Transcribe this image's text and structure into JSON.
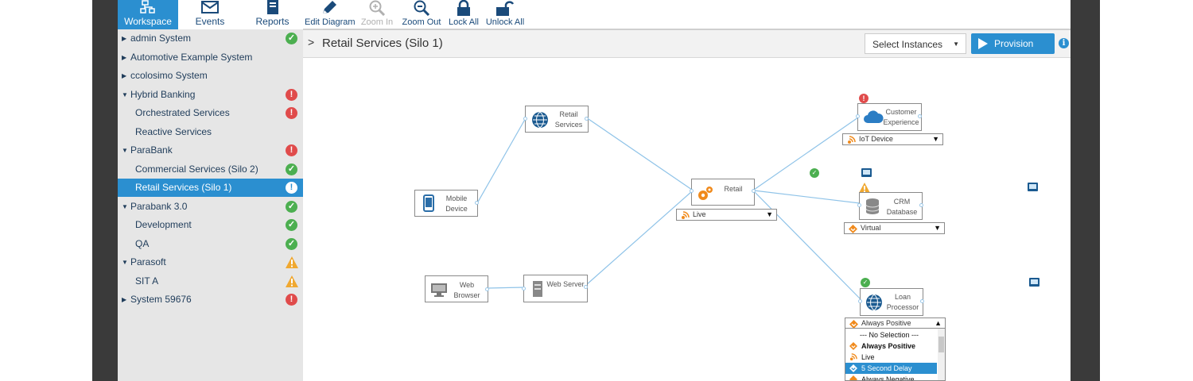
{
  "nav": {
    "tabs": [
      {
        "label": "Workspace",
        "active": true
      },
      {
        "label": "Events",
        "active": false
      },
      {
        "label": "Reports",
        "active": false
      }
    ]
  },
  "toolbar": {
    "edit_diagram": "Edit Diagram",
    "zoom_in": "Zoom In",
    "zoom_out": "Zoom Out",
    "lock_all": "Lock All",
    "unlock_all": "Unlock All"
  },
  "sidebar": {
    "items": [
      {
        "label": "admin System",
        "caret": "right",
        "status": "ok"
      },
      {
        "label": "Automotive Example System",
        "caret": "right",
        "status": ""
      },
      {
        "label": "ccolosimo System",
        "caret": "right",
        "status": ""
      },
      {
        "label": "Hybrid Banking",
        "caret": "down",
        "status": "error"
      },
      {
        "label": "Orchestrated Services",
        "caret": "",
        "status": "error"
      },
      {
        "label": "Reactive Services",
        "caret": "",
        "status": ""
      },
      {
        "label": "ParaBank",
        "caret": "down",
        "status": "error"
      },
      {
        "label": "Commercial Services (Silo 2)",
        "caret": "",
        "status": "ok"
      },
      {
        "label": "Retail Services (Silo 1)",
        "caret": "",
        "status": "error",
        "selected": true
      },
      {
        "label": "Parabank 3.0",
        "caret": "down",
        "status": "ok"
      },
      {
        "label": "Development",
        "caret": "",
        "status": "ok"
      },
      {
        "label": "QA",
        "caret": "",
        "status": "ok"
      },
      {
        "label": "Parasoft",
        "caret": "down",
        "status": "warning"
      },
      {
        "label": "SIT A",
        "caret": "",
        "status": "warning"
      },
      {
        "label": "System 59676",
        "caret": "right",
        "status": "error"
      }
    ]
  },
  "header": {
    "chevron": ">",
    "title": "Retail Services (Silo 1)",
    "select_instances": "Select Instances",
    "provision": "Provision",
    "info": "i"
  },
  "diagram": {
    "nodes": {
      "retail_services": "Retail Services",
      "mobile_device": "Mobile Device",
      "web_browser": "Web Browser",
      "web_server": "Web Server",
      "retail": "Retail",
      "customer_experience": "Customer Experience",
      "crm_database": "CRM Database",
      "loan_processor": "Loan Processor"
    },
    "dropdowns": {
      "retail": "Live",
      "customer_experience": "IoT Device",
      "crm_database": "Virtual",
      "loan_processor": "Always Positive"
    },
    "loan_options": [
      {
        "label": "--- No Selection ---"
      },
      {
        "label": "Always Positive"
      },
      {
        "label": "Live"
      },
      {
        "label": "5 Second Delay"
      },
      {
        "label": "Always Negative"
      }
    ],
    "colors": {
      "accent": "#2b8fd0",
      "ok": "#4caf50",
      "error": "#e04b4b",
      "warning": "#f0a830",
      "connector": "#8fc3e8"
    }
  }
}
